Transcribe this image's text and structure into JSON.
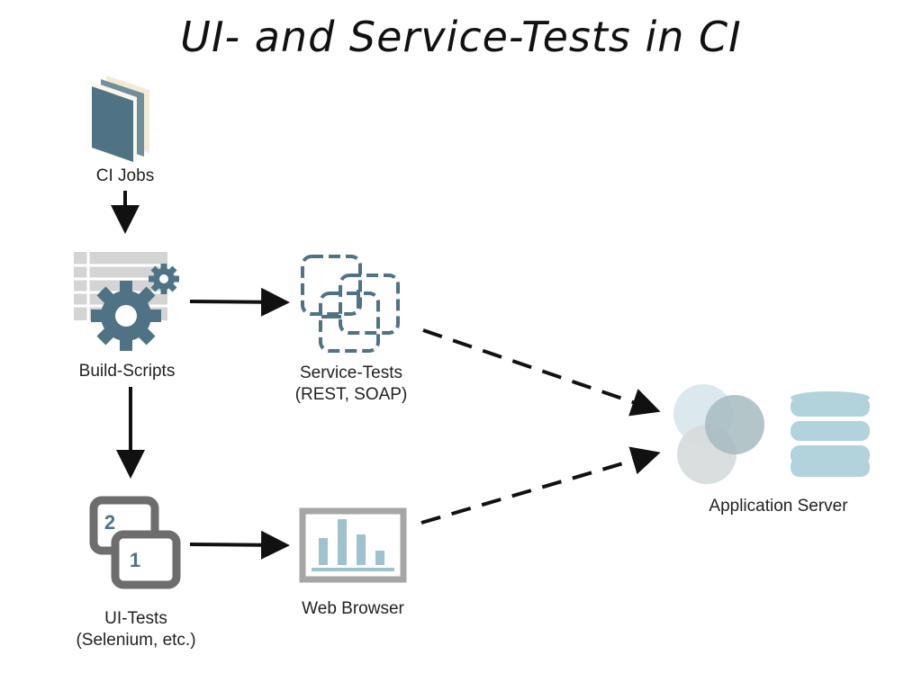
{
  "title": "UI- and Service-Tests in CI",
  "nodes": {
    "ci_jobs": "CI Jobs",
    "build_scripts": "Build-Scripts",
    "service_tests": {
      "line1": "Service-Tests",
      "line2": "(REST, SOAP)"
    },
    "ui_tests": {
      "line1": "UI-Tests",
      "line2": "(Selenium, etc.)"
    },
    "web_browser": "Web Browser",
    "application_server": "Application Server"
  },
  "ui_test_badges": [
    "2",
    "1"
  ],
  "icons": {
    "ci_jobs": "books-icon",
    "build_scripts": "gears-spreadsheet-icon",
    "service_tests": "linked-dashed-squares-icon",
    "ui_tests": "stacked-windows-icon",
    "web_browser": "browser-chart-icon",
    "application_server": "server-database-icon"
  },
  "colors": {
    "teal": "#4f7384",
    "gray": "#7a7a7a",
    "light_blue": "#b2d3dc",
    "bar_blue": "#9ec3cf"
  }
}
